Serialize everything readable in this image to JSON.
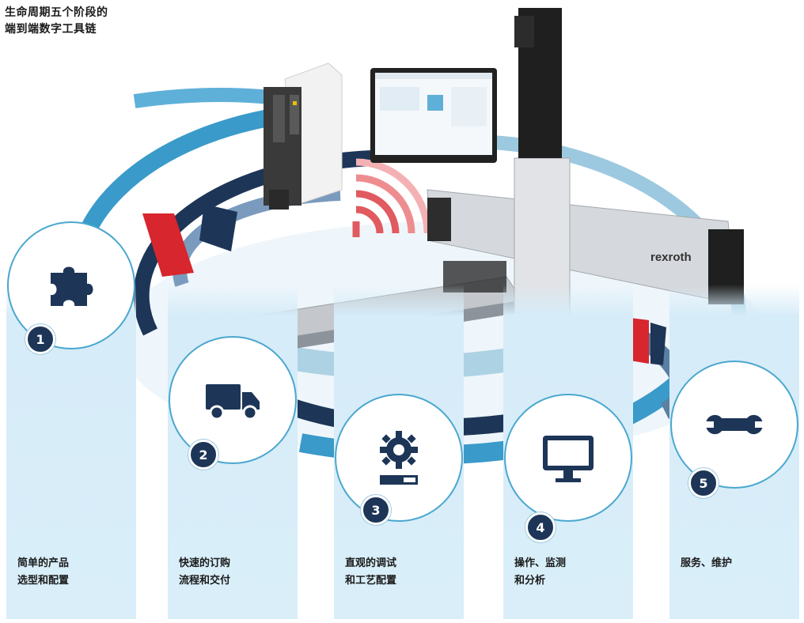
{
  "title": "生命周期五个阶段的\n端到端数字工具链",
  "brand": "rexroth",
  "colors": {
    "dark_navy": "#1d3557",
    "accent_blue": "#3a9ac9",
    "light_blue": "#d6ecf8",
    "red": "#d7262e"
  },
  "stages": [
    {
      "number": "1",
      "label": "简单的产品\n选型和配置",
      "icon": "puzzle-piece-icon"
    },
    {
      "number": "2",
      "label": "快速的订购\n流程和交付",
      "icon": "delivery-truck-icon"
    },
    {
      "number": "3",
      "label": "直观的调试\n和工艺配置",
      "icon": "gear-settings-icon"
    },
    {
      "number": "4",
      "label": "操作、监测\n和分析",
      "icon": "monitor-icon"
    },
    {
      "number": "5",
      "label": "服务、维护",
      "icon": "wrench-icon"
    }
  ]
}
